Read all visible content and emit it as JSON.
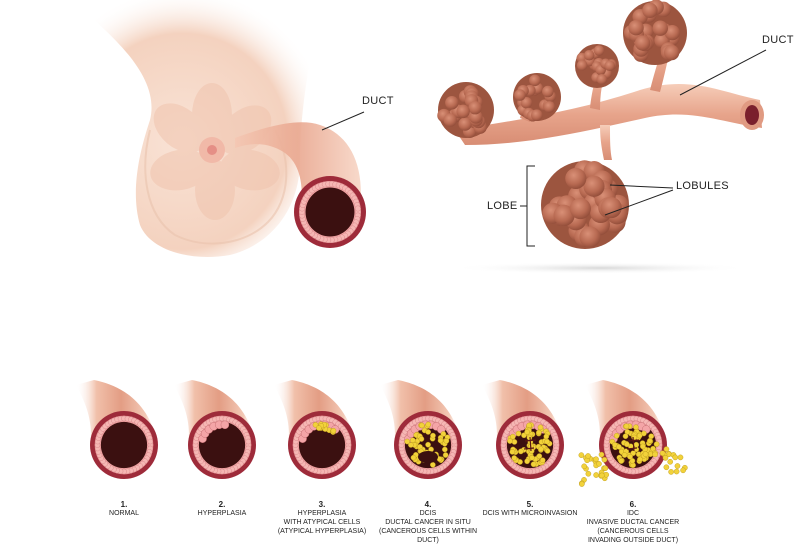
{
  "labels": {
    "duct_left": "DUCT",
    "duct_right": "DUCT",
    "lobules": "LOBULES",
    "lobe": "LOBE"
  },
  "stages": [
    {
      "number": "1.",
      "lines": [
        "NORMAL"
      ],
      "cells_inside": 0,
      "invasion": false
    },
    {
      "number": "2.",
      "lines": [
        "HYPERPLASIA"
      ],
      "cells_inside": 0,
      "invasion": false
    },
    {
      "number": "3.",
      "lines": [
        "HYPERPLASIA",
        "WITH ATYPICAL CELLS",
        "(ATYPICAL HYPERPLASIA)"
      ],
      "cells_inside": 0.2,
      "invasion": false
    },
    {
      "number": "4.",
      "lines": [
        "DCIS",
        "DUCTAL CANCER IN SITU",
        "(CANCEROUS CELLS WITHIN DUCT)"
      ],
      "cells_inside": 0.8,
      "invasion": false
    },
    {
      "number": "5.",
      "lines": [
        "DCIS WITH MICROINVASION"
      ],
      "cells_inside": 1,
      "invasion": false
    },
    {
      "number": "6.",
      "lines": [
        "IDC",
        "INVASIVE DUCTAL CANCER",
        "(CANCEROUS CELLS",
        "INVADING OUTSIDE DUCT)"
      ],
      "cells_inside": 1,
      "invasion": true
    }
  ],
  "colors": {
    "skin": "#f6d9c8",
    "duct_tissue": "#e8a58d",
    "duct_wall": "#9e2b3a",
    "lumen": "#3b1010",
    "cell_ring": "#f2a3a3",
    "cancer_cells": "#f2d23a",
    "lobule": "#b86a52"
  }
}
